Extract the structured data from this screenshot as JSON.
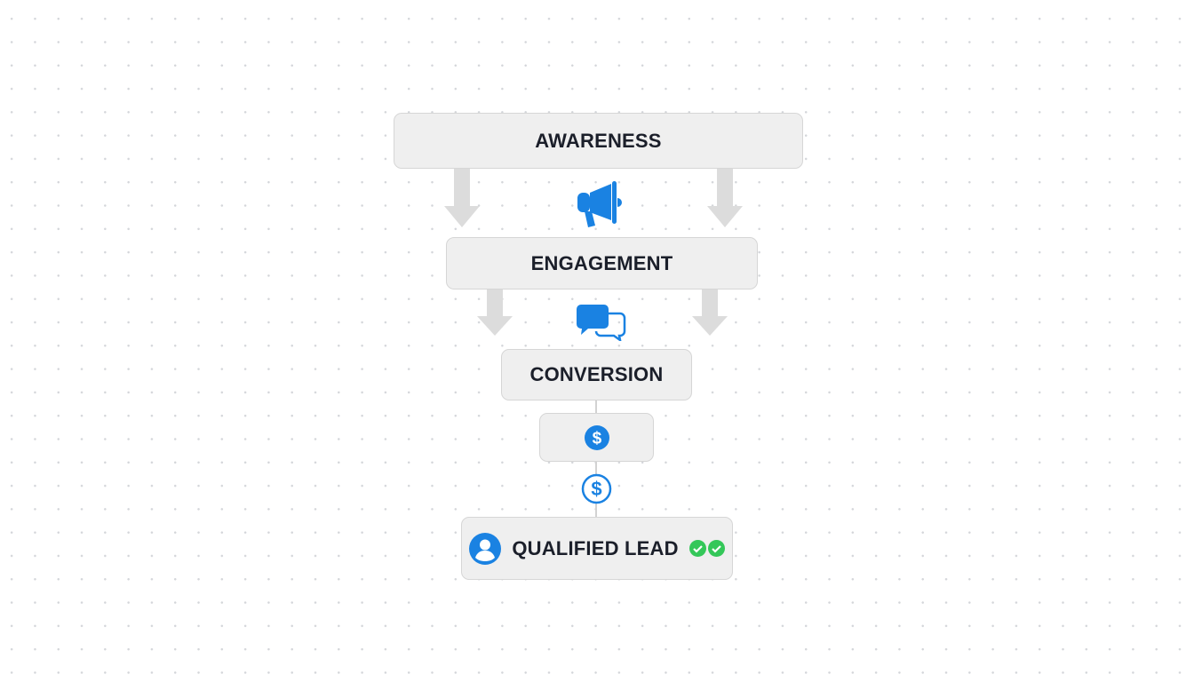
{
  "funnel": {
    "stages": [
      {
        "label": "AWARENESS",
        "icon": "megaphone-icon"
      },
      {
        "label": "ENGAGEMENT",
        "icon": "chat-bubbles-icon"
      },
      {
        "label": "CONVERSION",
        "icon": "dollar-circle-icon"
      },
      {
        "label": "",
        "icon": "dollar-circle-icon"
      },
      {
        "label": "QUALIFIED LEAD",
        "icon": "user-icon",
        "badges": [
          "check-circle-icon",
          "check-circle-icon"
        ]
      }
    ],
    "colors": {
      "accent": "#1a82e2",
      "check": "#34c759",
      "box": "#efefef",
      "arrow": "#dcdcdc",
      "text": "#1b1f2a"
    }
  }
}
